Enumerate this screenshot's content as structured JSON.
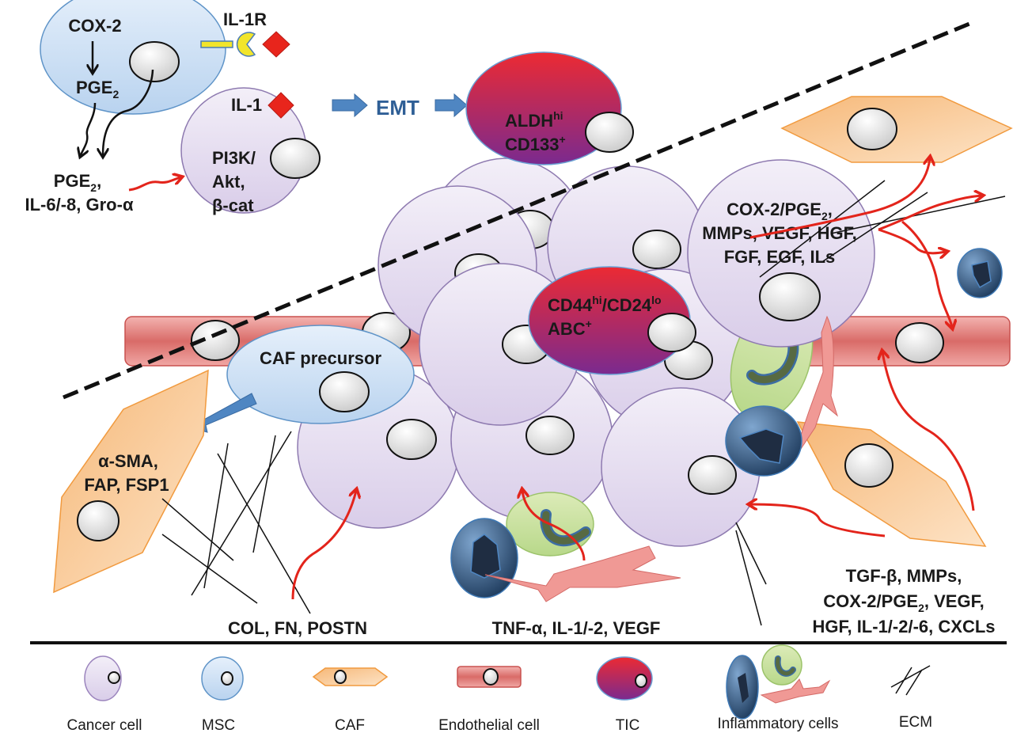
{
  "figure": {
    "colors": {
      "cancer_cell": "#e6dff0",
      "msc": "#cfe0f4",
      "caf": "#f9c690",
      "endothelial": "#d9716f",
      "tic_top": "#e8263a",
      "tic_bottom": "#7b2a8f",
      "arrow_red": "#e3241b",
      "arrow_blue": "#4f86c2",
      "emt_text": "#2f5f96"
    },
    "labels": {
      "cox2": "COX-2",
      "pge2_inner": "PGE",
      "pge2_inner_sub": "2",
      "il1r": "IL-1R",
      "il1": "IL-1",
      "pi3k_line1": "PI3K/",
      "pi3k_line2": "Akt,",
      "pi3k_line3": "β-cat",
      "secreted_line1": "PGE",
      "secreted_line1_sub": "2",
      "secreted_line1_tail": ",",
      "secreted_line2": "IL-6/-8, Gro-α",
      "emt": "EMT",
      "aldh": "ALDH",
      "aldh_sup": "hi",
      "cd133": "CD133",
      "cd133_sup": "+",
      "factors_line1": "COX-2/PGE",
      "factors_line1_sub": "2",
      "factors_line1_tail": ",",
      "factors_line2": "MMPs, VEGF, HGF,",
      "factors_line3": "FGF, EGF, ILs",
      "cd44": "CD44",
      "cd44_sup": "hi",
      "cd24": "/CD24",
      "cd24_sup": "lo",
      "abc": "ABC",
      "abc_sup": "+",
      "caf_precursor": "CAF precursor",
      "caf_markers_line1": "α-SMA,",
      "caf_markers_line2": "FAP, FSP1",
      "ecm_factors": "COL, FN, POSTN",
      "inflam_factors": "TNF-α, IL-1/-2, VEGF",
      "stroma_line1": "TGF-β, MMPs,",
      "stroma_line2a": "COX-2/PGE",
      "stroma_line2_sub": "2",
      "stroma_line2b": ", VEGF,",
      "stroma_line3": "HGF, IL-1/-2/-6, CXCLs"
    },
    "legend": [
      {
        "icon": "cancer-cell-icon",
        "label": "Cancer cell"
      },
      {
        "icon": "msc-icon",
        "label": "MSC"
      },
      {
        "icon": "caf-icon",
        "label": "CAF"
      },
      {
        "icon": "endothelial-cell-icon",
        "label": "Endothelial cell"
      },
      {
        "icon": "tic-icon",
        "label": "TIC"
      },
      {
        "icon": "inflammatory-cells-icon",
        "label": "Inflammatory cells"
      },
      {
        "icon": "ecm-icon",
        "label": "ECM"
      }
    ]
  }
}
